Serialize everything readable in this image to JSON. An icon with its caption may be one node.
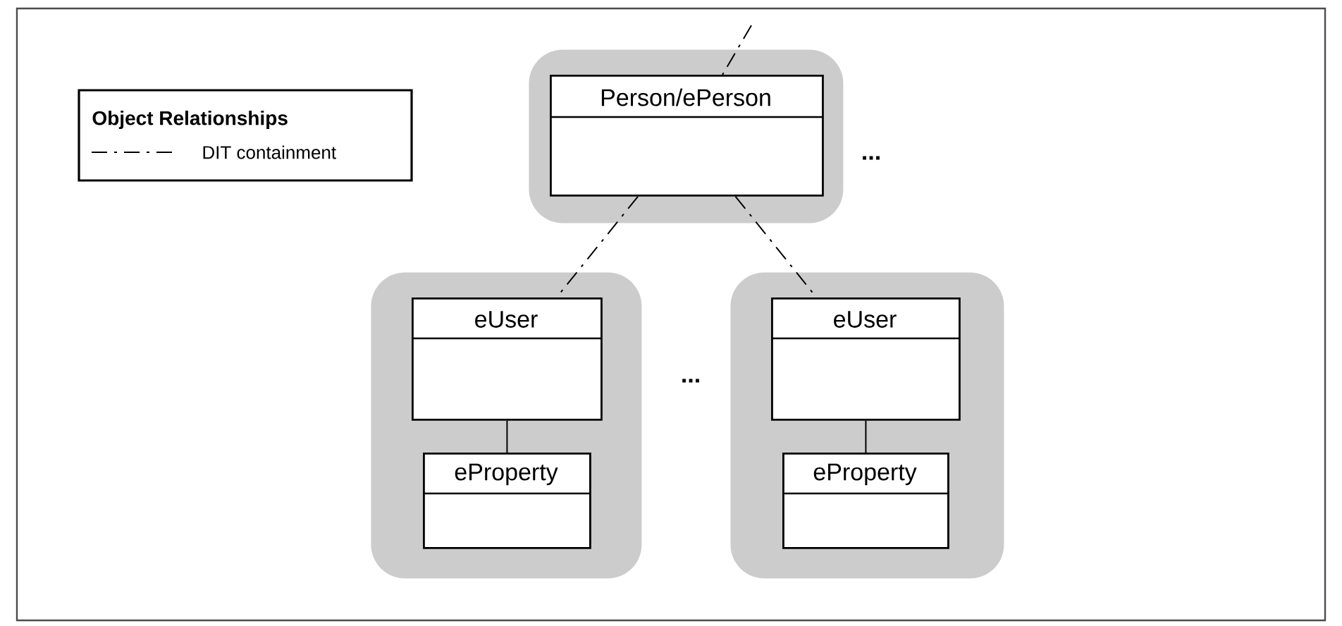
{
  "diagram": {
    "nodes": [
      {
        "text": [],
        "shape": "box"
      },
      {
        "text": [
          "Person/ePerson"
        ],
        "in": 0
      },
      {
        "text": [],
        "shape": "box"
      },
      {
        "text": [
          "eUser"
        ],
        "in": 2
      },
      {
        "text": [
          "eProperty"
        ],
        "in": 2
      },
      {
        "text": [],
        "shape": "box"
      },
      {
        "text": [
          "eUser"
        ],
        "in": 5
      },
      {
        "text": [
          "eProperty"
        ],
        "in": 5
      }
    ],
    "edges": [
      {
        "from": null,
        "to": 1,
        "arrow": "none",
        "style": "dashed"
      },
      {
        "from": 1,
        "to": 3,
        "arrow": "none",
        "style": "dashed"
      },
      {
        "from": 1,
        "to": 6,
        "arrow": "none",
        "style": "dashed"
      },
      {
        "from": 3,
        "to": 4,
        "arrow": "none"
      },
      {
        "from": 6,
        "to": 7,
        "arrow": "none"
      }
    ],
    "labels": [
      "Object Relationships",
      "...",
      "..."
    ],
    "legend": [
      {
        "text": "DIT containment"
      }
    ]
  }
}
